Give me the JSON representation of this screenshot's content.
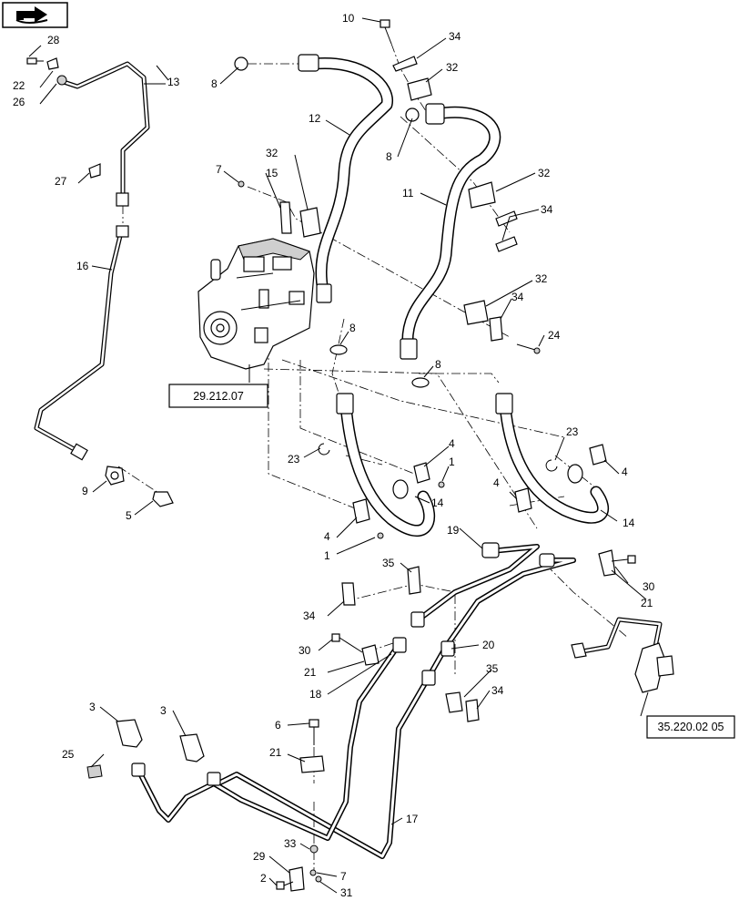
{
  "callouts": {
    "c1a": "1",
    "c1b": "1",
    "c2": "2",
    "c3a": "3",
    "c3b": "3",
    "c4a": "4",
    "c4b": "4",
    "c4c": "4",
    "c4d": "4",
    "c5": "5",
    "c6": "6",
    "c7a": "7",
    "c7b": "7",
    "c8a": "8",
    "c8b": "8",
    "c8c": "8",
    "c8d": "8",
    "c9": "9",
    "c10": "10",
    "c11": "11",
    "c12": "12",
    "c13": "13",
    "c14a": "14",
    "c14b": "14",
    "c15": "15",
    "c16": "16",
    "c17": "17",
    "c18": "18",
    "c19": "19",
    "c20": "20",
    "c21a": "21",
    "c21b": "21",
    "c21c": "21",
    "c22": "22",
    "c23a": "23",
    "c23b": "23",
    "c24": "24",
    "c25": "25",
    "c26": "26",
    "c27": "27",
    "c28": "28",
    "c29": "29",
    "c30a": "30",
    "c30b": "30",
    "c31": "31",
    "c32a": "32",
    "c32b": "32",
    "c32c": "32",
    "c32d": "32",
    "c33": "33",
    "c34a": "34",
    "c34b": "34",
    "c34c": "34",
    "c34d": "34",
    "c34e": "34",
    "c35a": "35",
    "c35b": "35"
  },
  "references": {
    "pump_ref": "29.212.07",
    "valve_ref": "35.220.02 05"
  },
  "icons": {
    "corner": "book-arrow-icon"
  }
}
